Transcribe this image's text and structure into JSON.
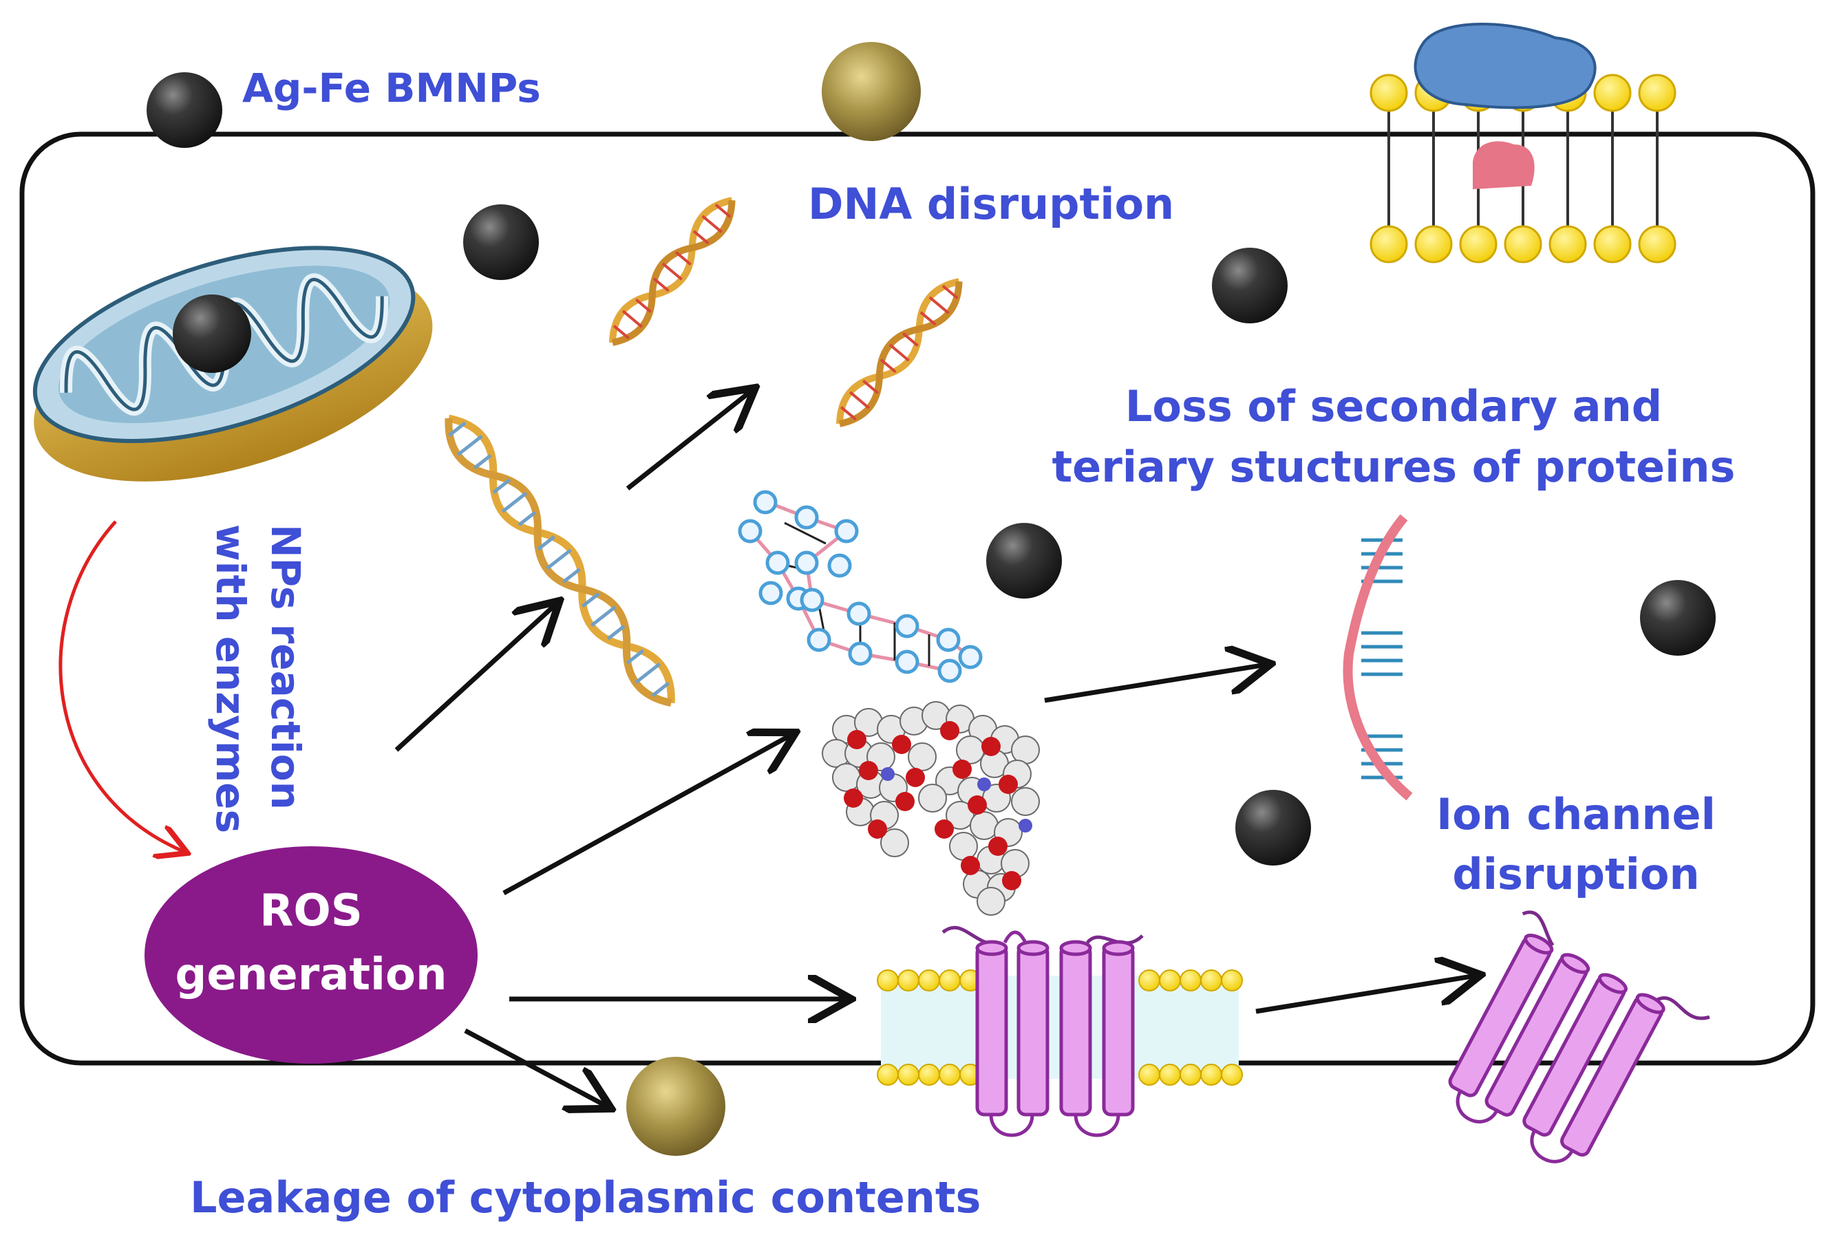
{
  "labels": {
    "nanoparticles": "Ag-Fe BMNPs",
    "dna": "DNA disruption",
    "proteins_line1": "Loss of secondary and",
    "proteins_line2": "teriary stuctures of proteins",
    "enzymes_line1": "NPs reaction",
    "enzymes_line2": "with enzymes",
    "ros_line1": "ROS",
    "ros_line2": "generation",
    "ion_line1": "Ion channel",
    "ion_line2": "disruption",
    "leakage": "Leakage of cytoplasmic contents"
  },
  "colors": {
    "label_text": "#3f4fd6",
    "ros_fill": "#8a1a8a",
    "nanoparticle_dark": "#222222",
    "nanoparticle_gold": "#a08c3c",
    "enzyme_arrow": "#e02020",
    "arrow": "#111111",
    "channel_pink": "#e9a3ee",
    "channel_stroke": "#8a2a9a"
  }
}
